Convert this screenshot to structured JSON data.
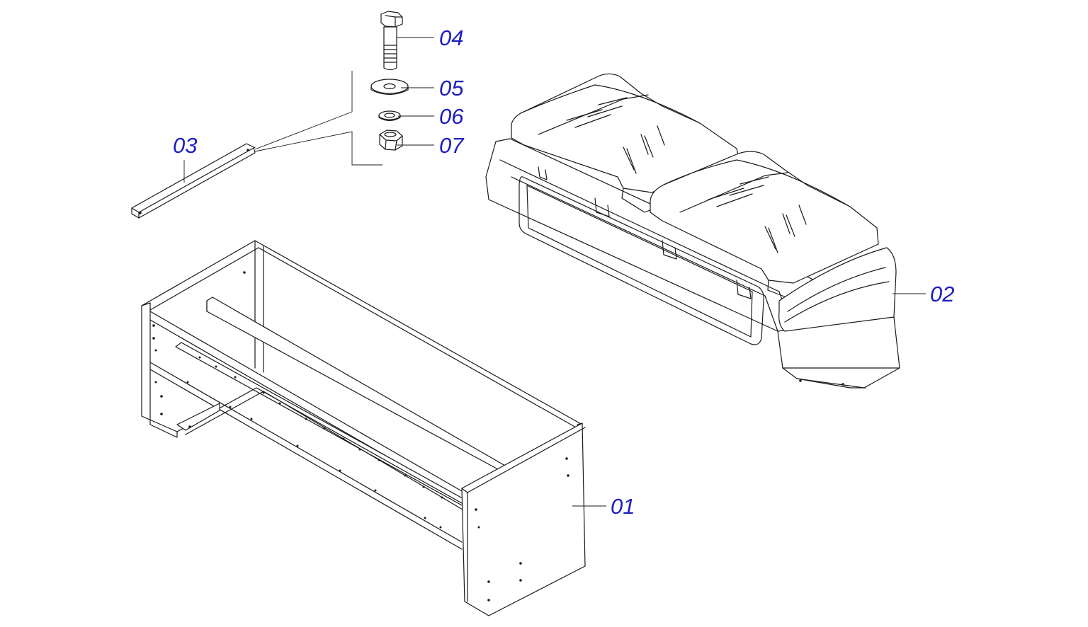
{
  "callouts": [
    {
      "id": "01",
      "label": "01",
      "part": "frame-box"
    },
    {
      "id": "02",
      "label": "02",
      "part": "hopper-cover"
    },
    {
      "id": "03",
      "label": "03",
      "part": "angle-bracket"
    },
    {
      "id": "04",
      "label": "04",
      "part": "hex-bolt"
    },
    {
      "id": "05",
      "label": "05",
      "part": "flat-washer"
    },
    {
      "id": "06",
      "label": "06",
      "part": "lock-washer"
    },
    {
      "id": "07",
      "label": "07",
      "part": "hex-nut"
    }
  ],
  "colors": {
    "callout_text": "#1d1dbf",
    "line": "#1a1a1a",
    "background": "#ffffff"
  }
}
